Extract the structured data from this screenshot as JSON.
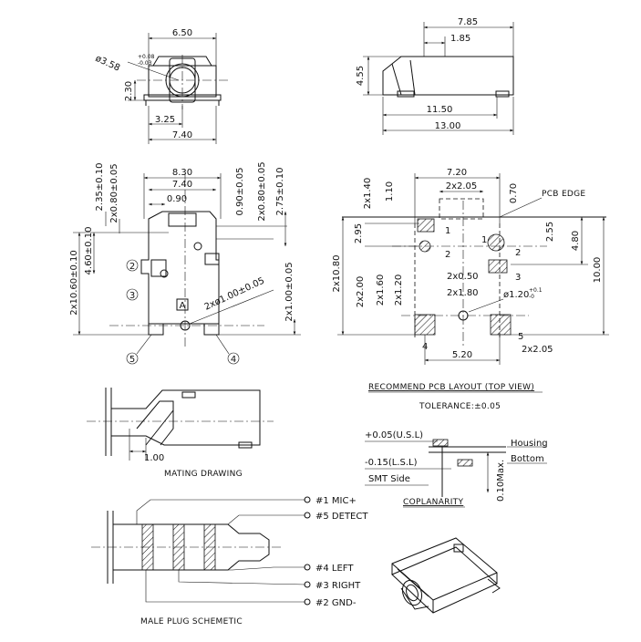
{
  "top_view": {
    "width": "6.50",
    "hole_dia": "ø3.58",
    "hole_tol_plus": "+0.08",
    "hole_tol_minus": "-0.03",
    "height": "2.30",
    "offset": "3.25",
    "total": "7.40"
  },
  "side_view": {
    "d_top": "7.85",
    "d_top_small": "1.85",
    "height": "4.55",
    "d_mid": "11.50",
    "d_total": "13.00"
  },
  "bottom_view": {
    "w1": "8.30",
    "w2": "7.40",
    "w3": "0.90",
    "v_left": [
      "2.35±0.10",
      "2x0.80±0.05"
    ],
    "v_right": [
      "0.90±0.05",
      "2x0.80±0.05",
      "2.75±0.10"
    ],
    "v_left2": [
      "4.60±0.10",
      "2x10.60±0.10"
    ],
    "hole": "2xø1.00±0.05",
    "v_right2": "2x1.00±0.05",
    "pin_labels": [
      "2",
      "3",
      "5",
      "4"
    ],
    "marker": "A"
  },
  "pcb_layout": {
    "top_w": "7.20",
    "pad_w": "2x2.05",
    "v_top": [
      "2x1.40",
      "1.10",
      "0.70"
    ],
    "pcb_edge": "PCB EDGE",
    "v_left": [
      "2x10.80",
      "2.95",
      "2x2.00",
      "2x1.60",
      "2x1.20"
    ],
    "v_right": [
      "2.55",
      "4.80",
      "10.00"
    ],
    "mid": [
      "2x0.50",
      "2x1.80"
    ],
    "hole": "ø1.20",
    "hole_tol_plus": "+0.1",
    "hole_tol_minus": "-0",
    "bottom": [
      "5.20",
      "2x2.05"
    ],
    "pad_numbers": [
      "1",
      "2",
      "2",
      "1",
      "3",
      "4",
      "5"
    ],
    "title": "RECOMMEND PCB LAYOUT (TOP VIEW)",
    "tolerance": "TOLERANCE:±0.05"
  },
  "mating": {
    "dim": "1.00",
    "title": "MATING DRAWING"
  },
  "coplanarity": {
    "usl": "+0.05(U.S.L)",
    "lsl": "-0.15(L.S.L)",
    "smt": "SMT Side",
    "housing": "Housing",
    "bottom": "Bottom",
    "max": "0.10Max.",
    "title": "COPLANARITY"
  },
  "plug": {
    "pins": [
      "#1 MIC+",
      "#5 DETECT",
      "#4 LEFT",
      "#3 RIGHT",
      "#2 GND-"
    ],
    "title": "MALE PLUG SCHEMETIC"
  }
}
